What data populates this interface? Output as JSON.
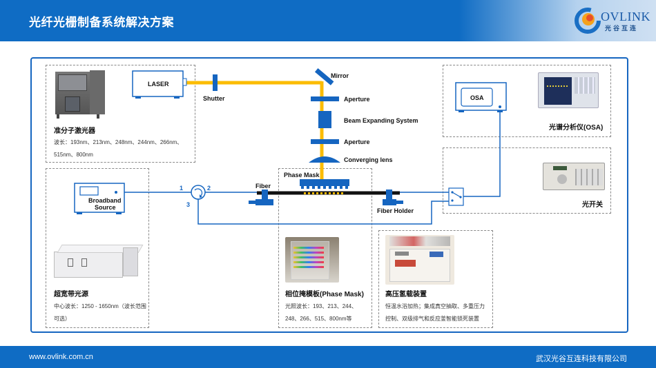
{
  "header": {
    "title": "光纤光栅制备系统解决方案",
    "logo_text": "OVLINK",
    "logo_sub": "光谷互连"
  },
  "diagram": {
    "laser_label": "LASER",
    "shutter_label": "Shutter",
    "mirror_label": "Mirror",
    "aperture1_label": "Aperture",
    "beam_label": "Beam Expanding System",
    "aperture2_label": "Aperture",
    "lens_label": "Converging lens",
    "phase_mask_label": "Phase Mask",
    "fiber_label": "Fiber",
    "fiber_holder_label": "Fiber Holder",
    "osa_label": "OSA",
    "broadband_label_1": "Broadband",
    "broadband_label_2": "Source",
    "circulator_port1": "1",
    "circulator_port2": "2",
    "circulator_port3": "3"
  },
  "panels": {
    "excimer": {
      "title": "准分子激光器",
      "desc": "波长：193nm、213nm、248nm、244nm、266nm、515nm、800nm"
    },
    "osa": {
      "title": "光谱分析仪(OSA)"
    },
    "switch": {
      "title": "光开关"
    },
    "broadband": {
      "title": "超宽带光源",
      "desc": "中心波长：1250 - 1650nm（波长范围可选）"
    },
    "phase_mask": {
      "title": "相位掩模板(Phase Mask)",
      "desc": "光照波长：193、213、244、248、266、515、800nm等"
    },
    "hydrogen": {
      "title": "高压氢载装置",
      "desc": "恒温水浴加热；集成真空抽取、多重压力控制、双级排气和反应釜智能锁死装置"
    }
  },
  "footer": {
    "website": "www.ovlink.com.cn",
    "company": "武汉光谷互连科技有限公司"
  },
  "colors": {
    "brand_blue": "#0f6cc4",
    "component_blue": "#1565c0",
    "beam_yellow": "#fbbc05"
  }
}
